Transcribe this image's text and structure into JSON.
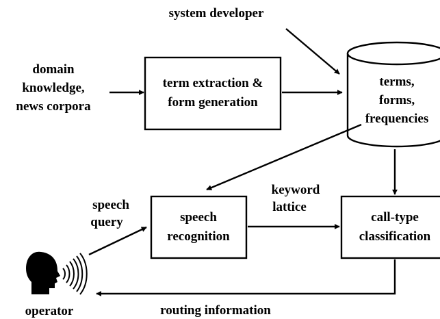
{
  "labels": {
    "system_developer": "system developer",
    "domain_line1": "domain",
    "domain_line2": "knowledge,",
    "domain_line3": "news corpora",
    "term_line1": "term extraction &",
    "term_line2": "form generation",
    "db_line1": "terms,",
    "db_line2": "forms,",
    "db_line3": "frequencies",
    "speech_query_line1": "speech",
    "speech_query_line2": "query",
    "keyword_line1": "keyword",
    "keyword_line2": "lattice",
    "recog_line1": "speech",
    "recog_line2": "recognition",
    "calltype_line1": "call-type",
    "calltype_line2": "classification",
    "operator": "operator",
    "routing": "routing information"
  }
}
